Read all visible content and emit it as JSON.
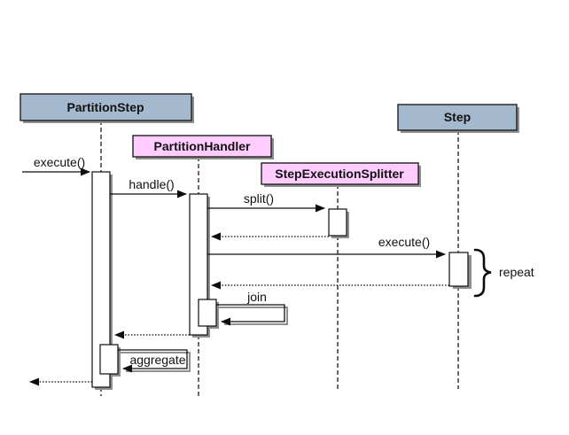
{
  "diagram_kind": "uml-sequence-diagram",
  "participants": [
    {
      "name": "PartitionStep",
      "color": "#A4B9CD"
    },
    {
      "name": "PartitionHandler",
      "color": "#FFCCFF"
    },
    {
      "name": "StepExecutionSplitter",
      "color": "#FFCCFF"
    },
    {
      "name": "Step",
      "color": "#A4B9CD"
    }
  ],
  "messages": {
    "execute1": "execute()",
    "handle": "handle()",
    "split": "split()",
    "execute2": "execute()",
    "join": "join",
    "aggregate": "aggregate"
  },
  "annotations": {
    "repeat": "repeat"
  },
  "colors": {
    "background": "#ffffff",
    "shadow": "#8f8f8f",
    "line": "#0d0d0d",
    "participant_blue": "#A4B9CD",
    "participant_pink": "#FFCCFF"
  }
}
